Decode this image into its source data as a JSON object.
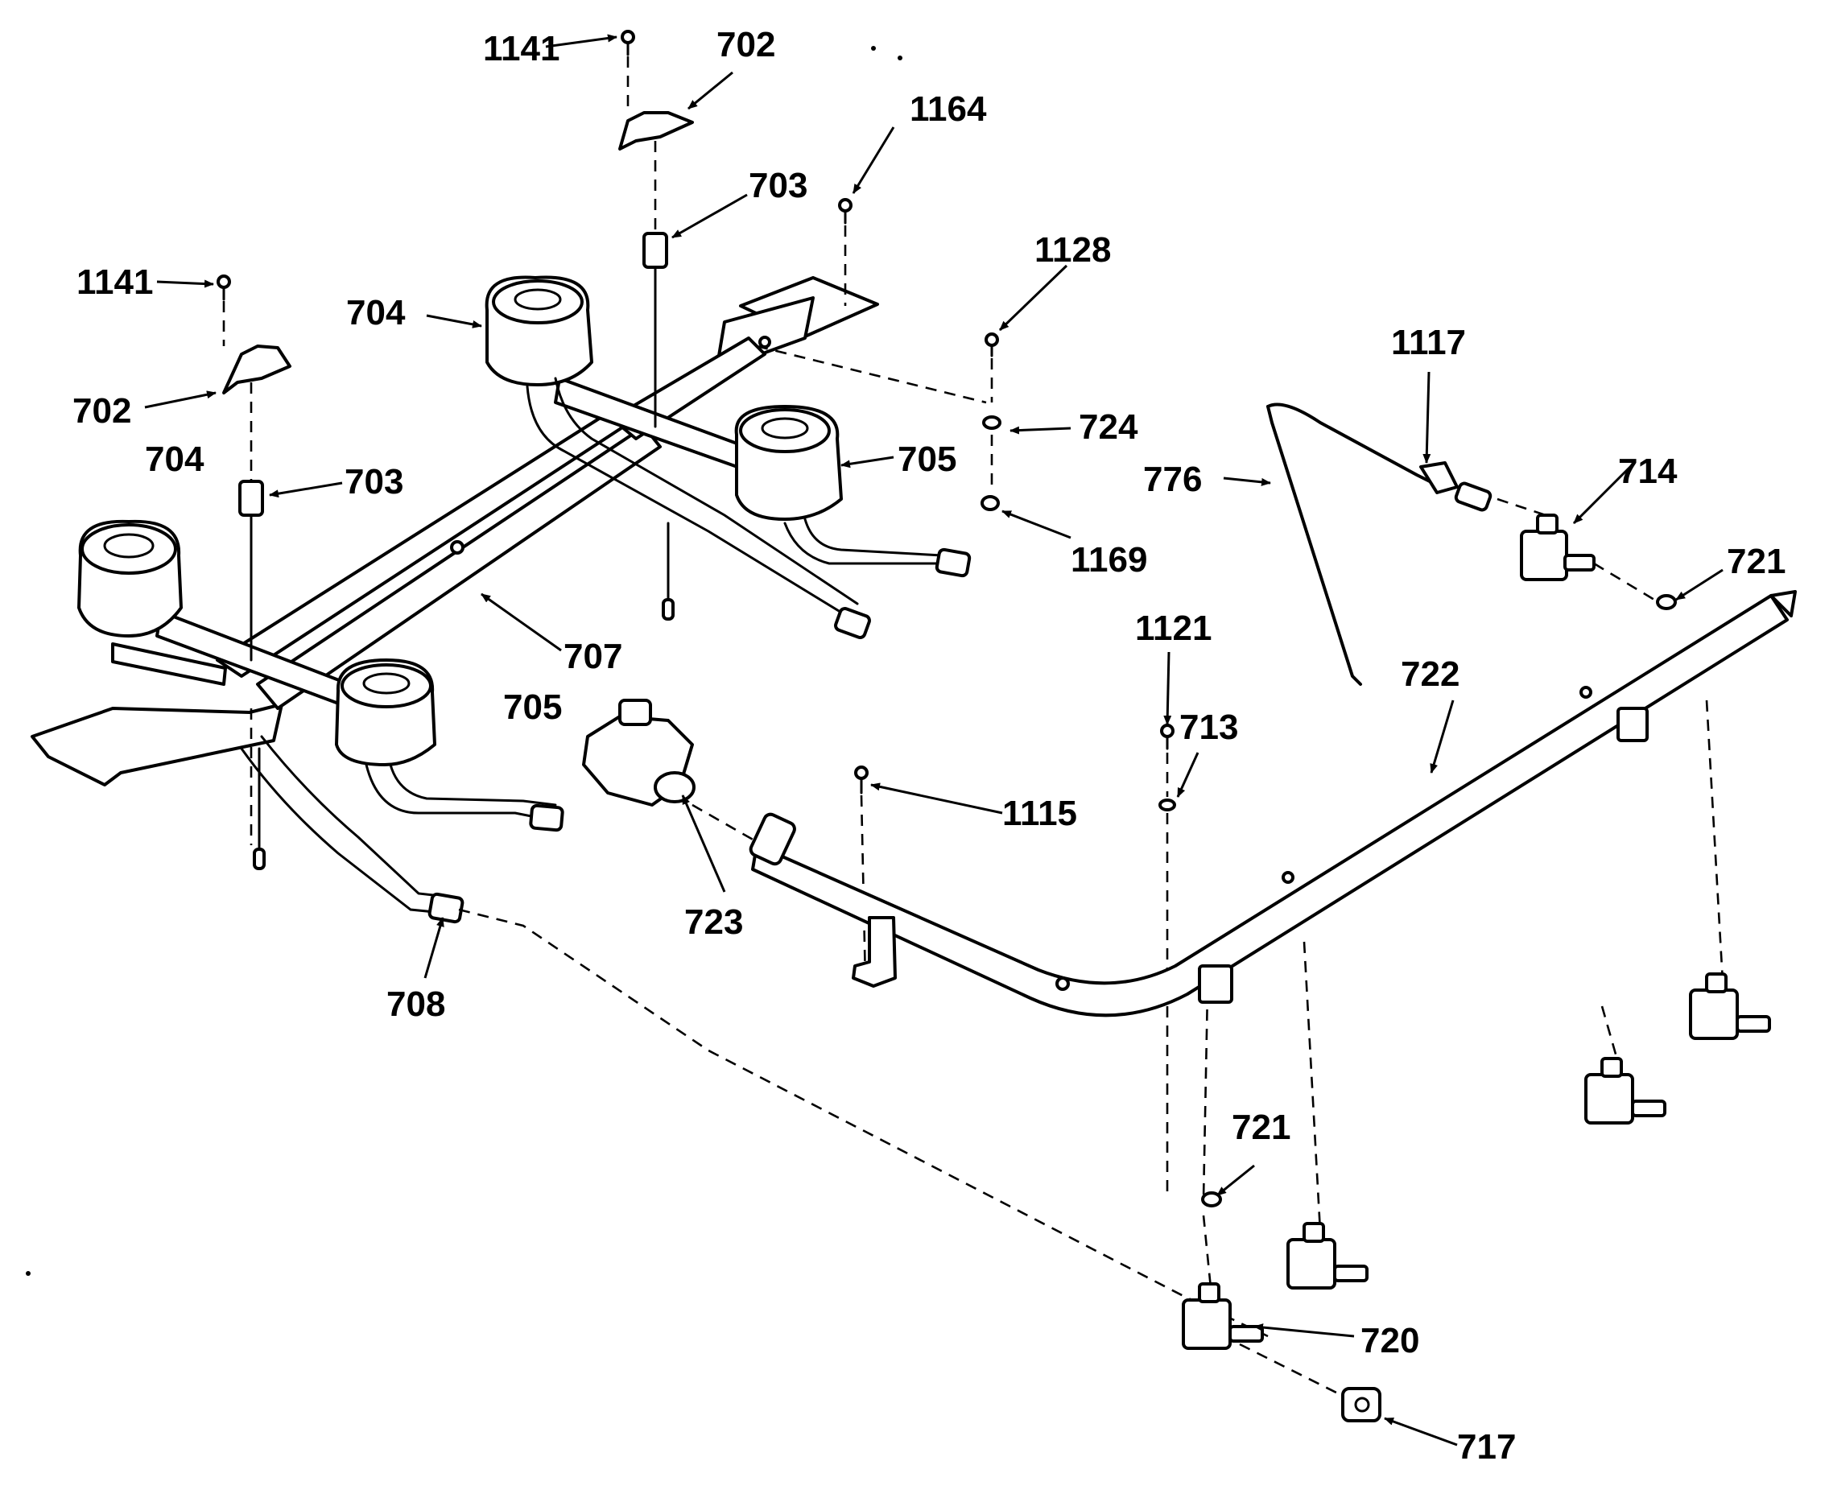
{
  "diagram": {
    "colors": {
      "ink": "#000000",
      "paper": "#ffffff"
    },
    "callouts": [
      "1141",
      "702",
      "1164",
      "703",
      "1128",
      "1141",
      "704",
      "705",
      "724",
      "702",
      "704",
      "703",
      "1117",
      "776",
      "714",
      "1169",
      "721",
      "1121",
      "707",
      "705",
      "713",
      "722",
      "1115",
      "723",
      "708",
      "721",
      "720",
      "717"
    ]
  }
}
